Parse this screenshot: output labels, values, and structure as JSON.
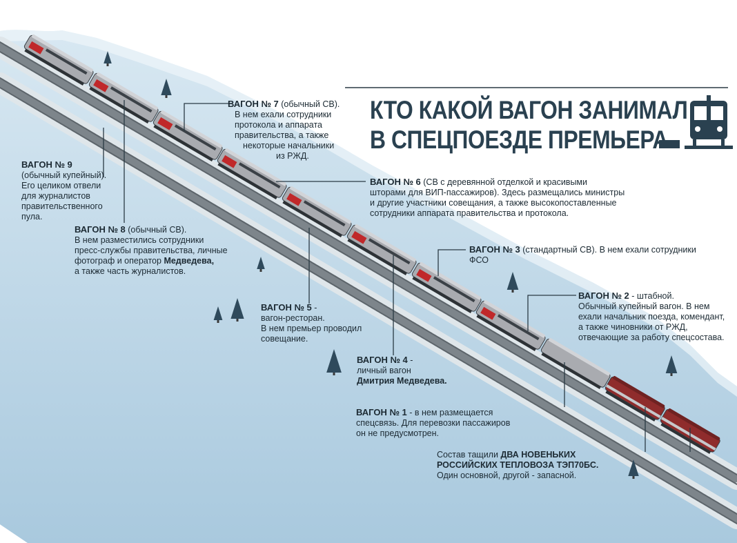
{
  "title": {
    "line1": "КТО КАКОЙ ВАГОН ЗАНИМАЛ",
    "line2": "В СПЕЦПОЕЗДЕ ПРЕМЬЕРА"
  },
  "icon": {
    "name": "train-icon"
  },
  "colors": {
    "title": "#2a4150",
    "sky_snow": "#cfe3ef",
    "car_body": "#a9abb0",
    "car_red": "#c0282a",
    "locomotive": "#8f2c2c"
  },
  "wagons": {
    "w9": {
      "label": "ВАГОН № 9",
      "lines": [
        "(обычный купейный).",
        "Его целиком отвели",
        "для журналистов",
        "правительственного",
        "пула."
      ]
    },
    "w8": {
      "label": "ВАГОН № 8",
      "label_suffix": " (обычный СВ).",
      "lines": [
        "В нем разместились сотрудники",
        "пресс-службы правительства, личные"
      ],
      "line3_pre": "фотограф и оператор ",
      "line3_bold": "Медведева,",
      "line4": "а также часть журналистов."
    },
    "w7": {
      "label": "ВАГОН № 7",
      "label_suffix": " (обычный СВ).",
      "lines": [
        "В нем ехали сотрудники",
        "протокола и аппарата",
        "правительства, а также",
        "некоторые начальники",
        "из РЖД."
      ]
    },
    "w6": {
      "label": "ВАГОН № 6",
      "label_suffix": " (СВ с деревянной отделкой и красивыми",
      "lines": [
        "шторами для ВИП-пассажиров). Здесь размещались министры",
        "и другие участники совещания, а также высокопоставленные",
        "сотрудники аппарата правительства и протокола."
      ]
    },
    "w5": {
      "label": "ВАГОН № 5",
      "label_suffix": " -",
      "lines": [
        "вагон-ресторан.",
        "В нем премьер проводил",
        "совещание."
      ]
    },
    "w4": {
      "label": "ВАГОН № 4",
      "label_suffix": " -",
      "lines": [
        "личный вагон"
      ],
      "bold_line": "Дмитрия Медведева."
    },
    "w3": {
      "label": "ВАГОН № 3",
      "label_suffix": " (стандартный СВ). В нем ехали сотрудники",
      "lines": [
        "ФСО"
      ]
    },
    "w2": {
      "label": "ВАГОН № 2",
      "label_suffix": " - штабной.",
      "lines": [
        "Обычный купейный вагон. В нем",
        "ехали начальник поезда, комендант,",
        "а также чиновники от РЖД,",
        "отвечающие за работу спецсостава."
      ]
    },
    "w1": {
      "label": "ВАГОН № 1",
      "label_suffix": " - в нем размещается",
      "lines": [
        "спецсвязь. Для перевозки пассажиров",
        "он не предусмотрен."
      ]
    }
  },
  "locomotives": {
    "pre": "Состав тащили ",
    "bold1": "ДВА НОВЕНЬКИХ",
    "bold2": "РОССИЙСКИХ ТЕПЛОВОЗА ТЭП70БС.",
    "line3": "Один основной, другой - запасной."
  }
}
